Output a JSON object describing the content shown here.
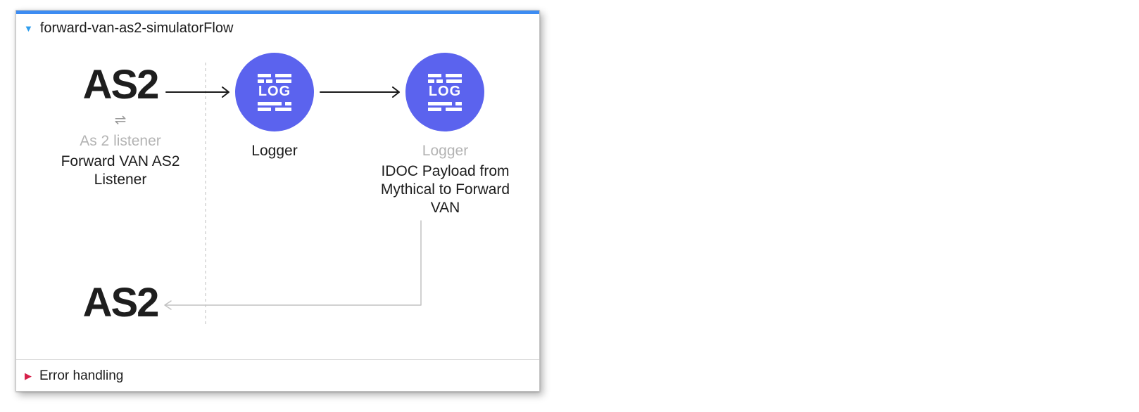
{
  "flow": {
    "title": "forward-van-as2-simulatorFlow",
    "error_handling_label": "Error handling"
  },
  "icons": {
    "collapse_triangle": "▼",
    "expand_triangle": "▶",
    "exchange": "⇌"
  },
  "nodes": {
    "as2_source": {
      "logo": "AS2",
      "operation": "As 2 listener",
      "name": "Forward VAN AS2 Listener"
    },
    "logger_1": {
      "icon_text": "LOG",
      "name": "Logger"
    },
    "logger_2": {
      "icon_text": "LOG",
      "operation": "Logger",
      "name": "IDOC Payload from Mythical to Forward VAN"
    },
    "as2_target": {
      "logo": "AS2"
    }
  },
  "colors": {
    "accent_blue": "#3d8cf2",
    "collapse_blue": "#2f9ded",
    "logger_purple": "#5b63ee",
    "error_red": "#d6204a",
    "muted_text": "#b3b3b3",
    "dark_text": "#1c1c1c",
    "connector_gray": "#c2c2c2",
    "panel_border": "#c4c4c4",
    "divider": "#d8d8d8"
  }
}
